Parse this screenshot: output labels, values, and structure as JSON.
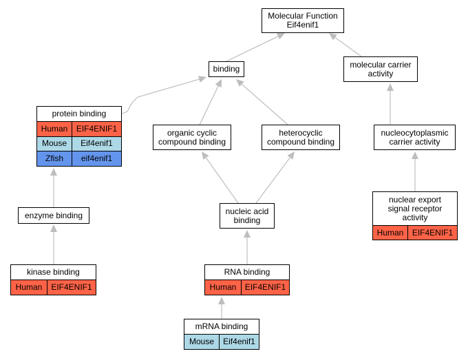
{
  "colors": {
    "Human": "#ff6347",
    "Mouse": "#add8e6",
    "Zfish": "#6495ed",
    "edge": "#bdbdbd",
    "border": "#000000"
  },
  "nodes": {
    "mf": {
      "label": "Molecular Function\nEif4enif1"
    },
    "binding": {
      "label": "binding"
    },
    "mca": {
      "label": "molecular carrier\nactivity"
    },
    "protein": {
      "label": "protein binding",
      "rows": [
        {
          "species": "Human",
          "gene": "EIF4ENIF1"
        },
        {
          "species": "Mouse",
          "gene": "Eif4enif1"
        },
        {
          "species": "Zfish",
          "gene": "eif4enif1"
        }
      ]
    },
    "occ": {
      "label": "organic cyclic\ncompound binding"
    },
    "het": {
      "label": "heterocyclic\ncompound binding"
    },
    "ncca": {
      "label": "nucleocytoplasmic\ncarrier activity"
    },
    "nucleic": {
      "label": "nucleic acid\nbinding"
    },
    "nesr": {
      "label": "nuclear export\nsignal receptor\nactivity",
      "rows": [
        {
          "species": "Human",
          "gene": "EIF4ENIF1"
        }
      ]
    },
    "enzyme": {
      "label": "enzyme binding"
    },
    "kinase": {
      "label": "kinase binding",
      "rows": [
        {
          "species": "Human",
          "gene": "EIF4ENIF1"
        }
      ]
    },
    "rna": {
      "label": "RNA binding",
      "rows": [
        {
          "species": "Human",
          "gene": "EIF4ENIF1"
        }
      ]
    },
    "mrna": {
      "label": "mRNA binding",
      "rows": [
        {
          "species": "Mouse",
          "gene": "Eif4enif1"
        }
      ]
    }
  },
  "edges": [
    {
      "from": "binding",
      "to": "mf"
    },
    {
      "from": "mca",
      "to": "mf"
    },
    {
      "from": "protein",
      "to": "binding"
    },
    {
      "from": "occ",
      "to": "binding"
    },
    {
      "from": "het",
      "to": "binding"
    },
    {
      "from": "ncca",
      "to": "mca"
    },
    {
      "from": "nucleic",
      "to": "occ"
    },
    {
      "from": "nucleic",
      "to": "het"
    },
    {
      "from": "nesr",
      "to": "ncca"
    },
    {
      "from": "enzyme",
      "to": "protein"
    },
    {
      "from": "kinase",
      "to": "enzyme"
    },
    {
      "from": "rna",
      "to": "nucleic"
    },
    {
      "from": "mrna",
      "to": "rna"
    }
  ]
}
